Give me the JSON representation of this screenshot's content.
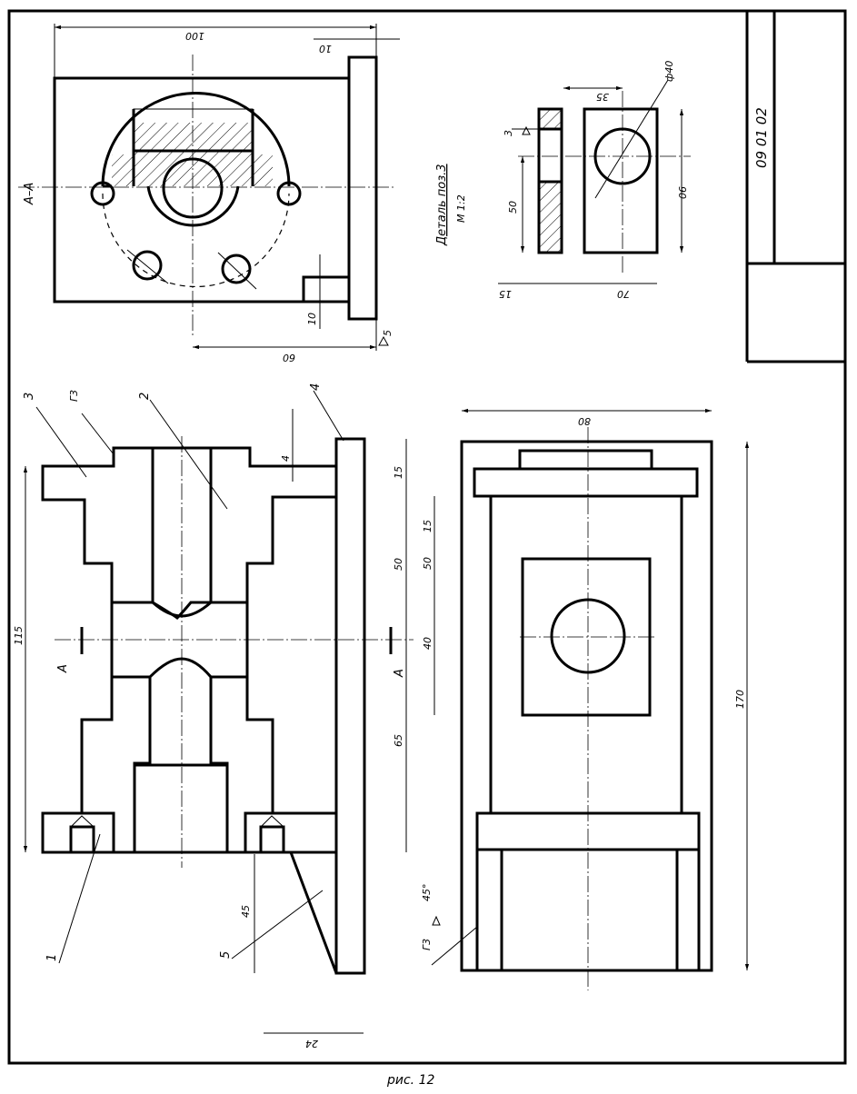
{
  "title_block": {
    "code": "09 01 02"
  },
  "caption": "рис. 12",
  "section": {
    "label": "А–А"
  },
  "note": {
    "title": "Деталь поз.3",
    "scale": "М 1:2"
  },
  "roughness": {
    "g3": "Г3",
    "angle": "45°",
    "weld": "5",
    "tri": "3"
  },
  "positions": [
    "1",
    "2",
    "3",
    "4",
    "5"
  ],
  "dims": {
    "top_100": "100",
    "top_10": "10",
    "top_10b": "10",
    "top_60": "60",
    "det_d40": "ф40",
    "det_35": "35",
    "det_3": "3",
    "det_50": "50",
    "det_90": "90",
    "det_15": "15",
    "det_70": "70",
    "front_115": "115",
    "front_15": "15",
    "front_50": "50",
    "front_65": "65",
    "front_4": "4",
    "front_45": "45",
    "front_24": "24",
    "side_80": "80",
    "side_170": "170",
    "side_15": "15",
    "side_50": "50",
    "side_40": "40",
    "sect_a": "А"
  }
}
